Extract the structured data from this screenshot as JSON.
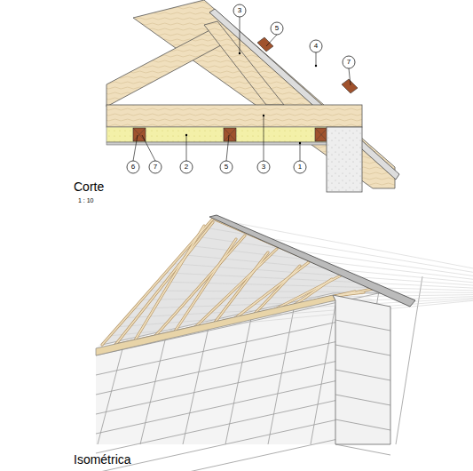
{
  "diagram": {
    "labels": [
      "3",
      "5",
      "4",
      "7",
      "6",
      "7",
      "2",
      "5",
      "3",
      "1",
      "Corte",
      "1 : 10",
      "Isométrica"
    ]
  }
}
